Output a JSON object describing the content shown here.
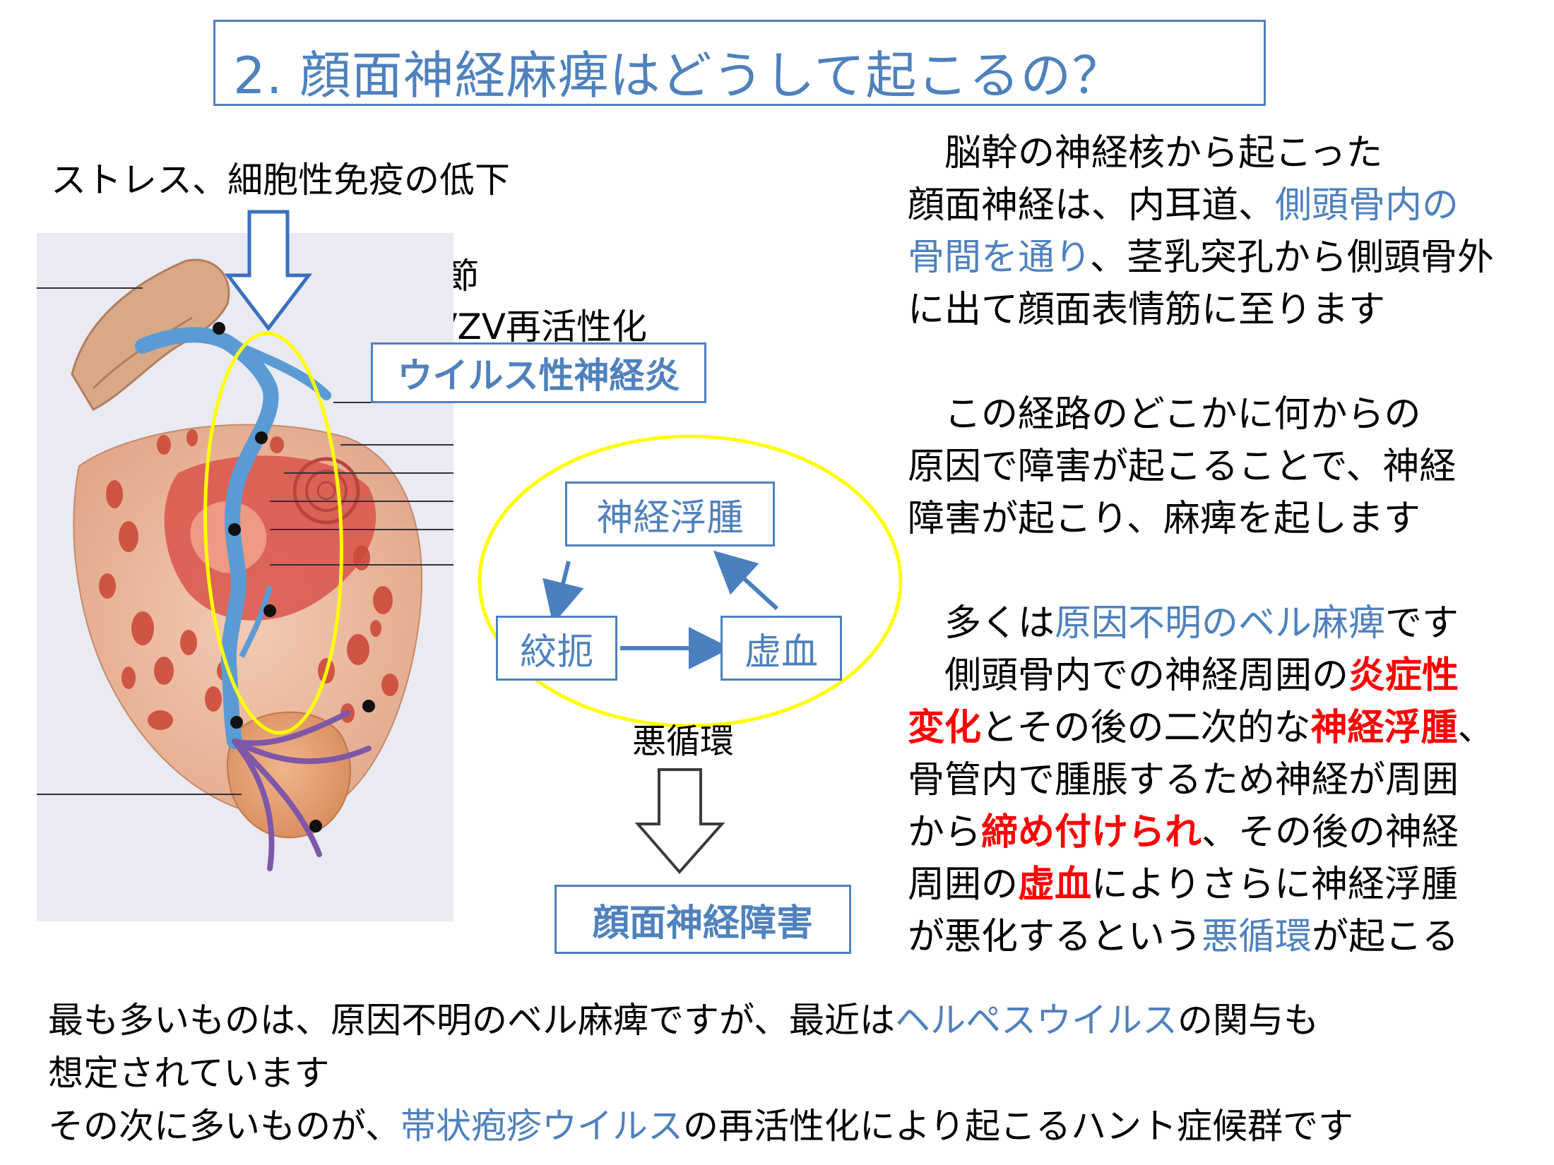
{
  "title": "2. 顔面神経麻痺はどうして起こるの？",
  "left": {
    "stress": "ストレス、細胞性免疫の低下",
    "ganglion_line1": "膝神経節",
    "ganglion_line2": "HSV, VZV再活性化",
    "viral": "ウイルス性神経炎"
  },
  "cycle": {
    "edema": "神経浮腫",
    "strangle": "絞扼",
    "ischemia": "虚血",
    "label": "悪循環",
    "result": "顔面神経障害"
  },
  "right": {
    "p1_l1": "脳幹の神経核から起こった",
    "p1_l2a": "顔面神経は、内耳道、",
    "p1_l2b": "側頭骨内の",
    "p1_l3a": "骨間を通り",
    "p1_l3b": "、茎乳突孔から側頭骨外",
    "p1_l4": "に出て顔面表情筋に至ります",
    "p2_l1": "この経路のどこかに何からの",
    "p2_l2": "原因で障害が起こることで、神経",
    "p2_l3": "障害が起こり、麻痺を起します",
    "p3_l1a": "多くは",
    "p3_l1b": "原因不明のベル麻痺",
    "p3_l1c": "です",
    "p3_l2a": "側頭骨内での神経周囲の",
    "p3_l2b": "炎症性",
    "p3_l3a": "変化",
    "p3_l3b": "とその後の二次的な",
    "p3_l3c": "神経浮腫",
    "p3_l3d": "、",
    "p3_l4": "骨管内で腫脹するため神経が周囲",
    "p3_l5a": "から",
    "p3_l5b": "締め付けられ",
    "p3_l5c": "、その後の神経",
    "p3_l6a": "周囲の",
    "p3_l6b": "虚血",
    "p3_l6c": "によりさらに神経浮腫",
    "p3_l7a": "が悪化するという",
    "p3_l7b": "悪循環",
    "p3_l7c": "が起こる"
  },
  "bottom": {
    "l1a": "最も多いものは、原因不明のベル麻痺ですが、最近は",
    "l1b": "ヘルペスウイルス",
    "l1c": "の関与も",
    "l2": "想定されています",
    "l3a": "その次に多いものが、",
    "l3b": "帯状疱疹ウイルス",
    "l3c": "の再活性化により起こるハント症候群です"
  },
  "colors": {
    "accent_blue": "#4f81bd",
    "emphasis_red": "#ff0000",
    "highlight_yellow": "#ffff00"
  }
}
